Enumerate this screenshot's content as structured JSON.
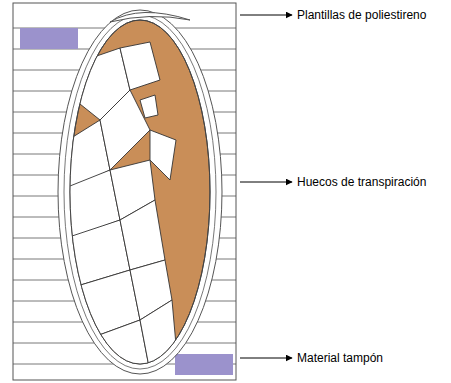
{
  "diagram": {
    "labels": [
      "Plantillas de poliestireno",
      "Huecos de transpiración",
      "Material tampón"
    ]
  }
}
